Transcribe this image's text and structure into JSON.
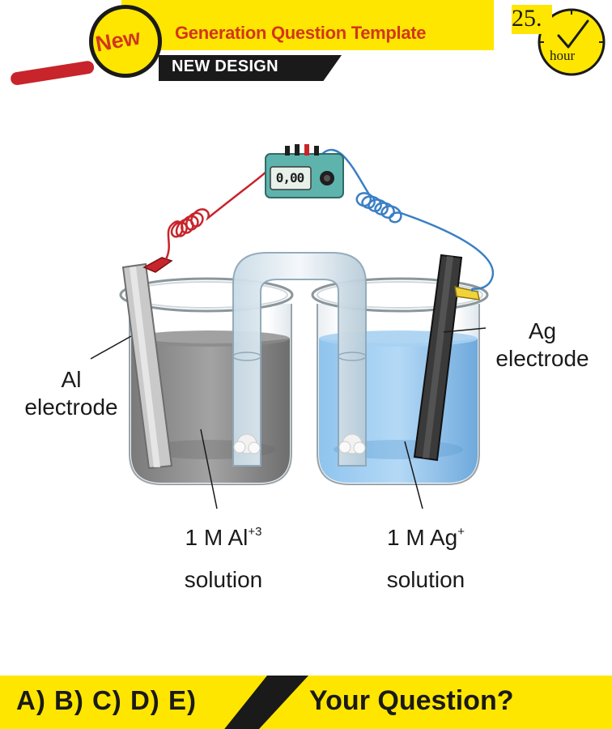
{
  "header": {
    "badge": "New",
    "title": "Generation Question Template",
    "subtitle": "NEW DESIGN",
    "clock_value": "25.",
    "clock_unit": "hour"
  },
  "diagram": {
    "meter_reading": "0,00",
    "labels": {
      "al_electrode_line1": "Al",
      "al_electrode_line2": "electrode",
      "ag_electrode_line1": "Ag",
      "ag_electrode_line2": "electrode",
      "al_solution_formula": "1 M Al",
      "al_solution_charge": "+3",
      "al_solution_word": "solution",
      "ag_solution_formula": "1 M Ag",
      "ag_solution_charge": "+",
      "ag_solution_word": "solution"
    },
    "colors": {
      "al_solution": "#8c8c8c",
      "ag_solution": "#7fb8e8",
      "red_wire": "#c8242b",
      "blue_wire": "#3a7fc4"
    }
  },
  "footer": {
    "answers": "A) B) C) D) E)",
    "question": "Your Question?"
  }
}
